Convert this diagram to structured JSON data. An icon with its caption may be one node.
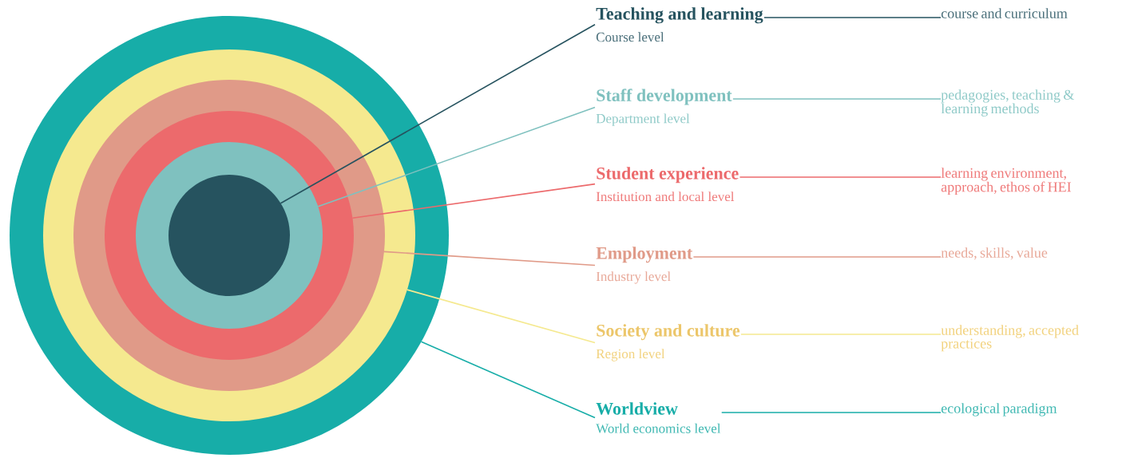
{
  "diagram": {
    "nodes": [
      {
        "text": [],
        "shape": "circle"
      },
      {
        "text": [],
        "shape": "circle",
        "in": 0
      },
      {
        "text": [],
        "shape": "circle",
        "in": 1
      },
      {
        "text": [],
        "shape": "circle",
        "in": 2
      },
      {
        "text": [],
        "shape": "circle",
        "in": 3
      },
      {
        "text": [],
        "shape": "circle",
        "in": 4
      },
      {
        "text": [
          "Teaching and learning",
          "Course level"
        ]
      },
      {
        "text": [
          "Staff development",
          "Department level"
        ]
      },
      {
        "text": [
          "Student experience",
          "Institution and local level"
        ]
      },
      {
        "text": [
          "Employment",
          "Industry level"
        ]
      },
      {
        "text": [
          "Society and culture",
          "Region level"
        ]
      },
      {
        "text": [
          "Worldview",
          "World economics level"
        ]
      },
      {
        "text": [
          "course and curriculum"
        ]
      },
      {
        "text": [
          "pedagogies, teaching & learning methods"
        ]
      },
      {
        "text": [
          "learning environment, approach, ethos of HEI"
        ]
      },
      {
        "text": [
          "needs, skills, value"
        ]
      },
      {
        "text": [
          "understanding, accepted practices"
        ]
      },
      {
        "text": [
          "ecological paradigm"
        ]
      }
    ],
    "edges": [
      {
        "from": 6,
        "to": 5,
        "arrow": "none",
        "color": "#26535f"
      },
      {
        "from": 7,
        "to": 4,
        "arrow": "none",
        "color": "#7fc1bf"
      },
      {
        "from": 8,
        "to": 3,
        "arrow": "none",
        "color": "#ec6a6c"
      },
      {
        "from": 9,
        "to": 2,
        "arrow": "none",
        "color": "#e09a88"
      },
      {
        "from": 10,
        "to": 1,
        "arrow": "none",
        "color": "#f5e98f"
      },
      {
        "from": 11,
        "to": 0,
        "arrow": "none",
        "color": "#17ada8"
      },
      {
        "from": 6,
        "to": 12,
        "arrow": "none",
        "color": "#26535f"
      },
      {
        "from": 7,
        "to": 13,
        "arrow": "none",
        "color": "#7fc1bf"
      },
      {
        "from": 8,
        "to": 14,
        "arrow": "none",
        "color": "#ec6a6c"
      },
      {
        "from": 9,
        "to": 15,
        "arrow": "none",
        "color": "#e09a88"
      },
      {
        "from": 10,
        "to": 16,
        "arrow": "none",
        "color": "#f5e98f"
      },
      {
        "from": 11,
        "to": 17,
        "arrow": "none",
        "color": "#17ada8"
      }
    ]
  }
}
